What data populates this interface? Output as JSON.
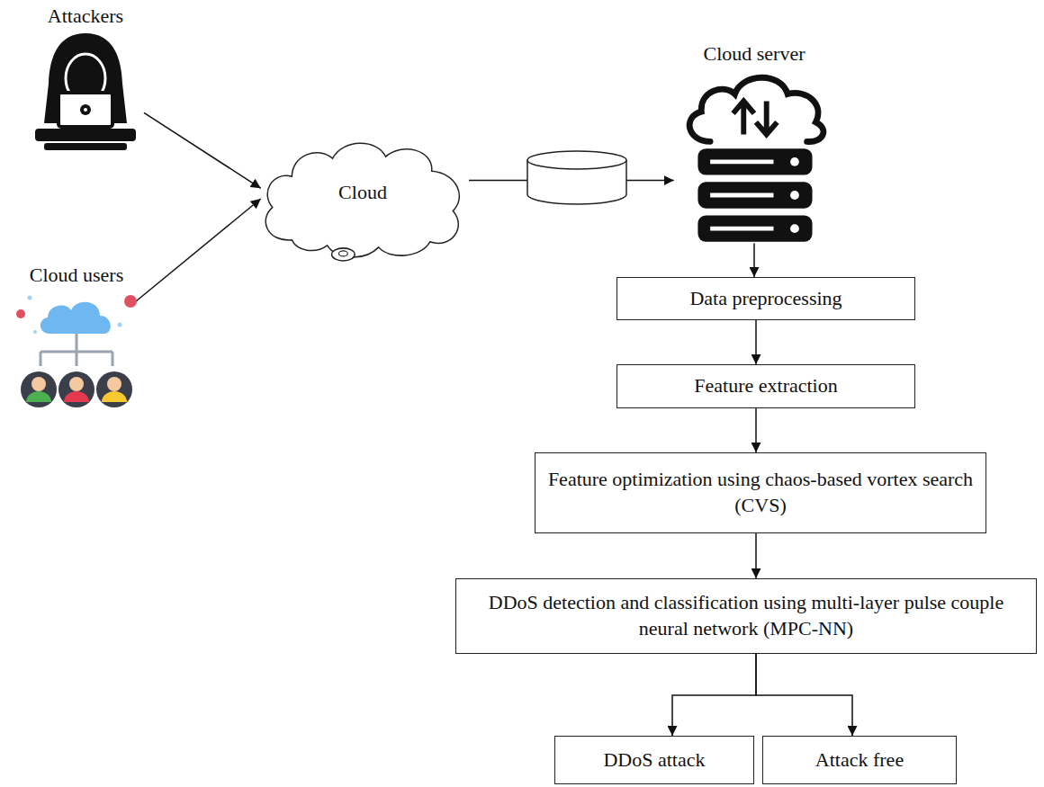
{
  "diagram": {
    "nodes": [
      {
        "text": [
          "Attackers"
        ]
      },
      {
        "text": [
          "Cloud users"
        ]
      },
      {
        "text": [
          "Cloud"
        ]
      },
      {
        "text": [
          "Cloud server"
        ]
      },
      {
        "text": [
          "Data preprocessing"
        ]
      },
      {
        "text": [
          "Feature extraction"
        ]
      },
      {
        "text": [
          "Feature optimization using chaos-based vortex search (CVS)"
        ]
      },
      {
        "text": [
          "DDoS detection and classification using multi-layer pulse couple neural network (MPC-NN)"
        ]
      },
      {
        "text": [
          "DDoS attack"
        ]
      },
      {
        "text": [
          "Attack free"
        ]
      }
    ],
    "edges": [
      {
        "from": 0,
        "to": 2,
        "arrow": "to"
      },
      {
        "from": 1,
        "to": 2,
        "arrow": "to"
      },
      {
        "from": 2,
        "to": 3,
        "arrow": "to"
      },
      {
        "from": 3,
        "to": 4,
        "arrow": "to"
      },
      {
        "from": 4,
        "to": 5,
        "arrow": "to"
      },
      {
        "from": 5,
        "to": 6,
        "arrow": "to"
      },
      {
        "from": 6,
        "to": 7,
        "arrow": "to"
      },
      {
        "from": 7,
        "to": 8,
        "arrow": "to"
      },
      {
        "from": 7,
        "to": 9,
        "arrow": "to"
      }
    ]
  }
}
